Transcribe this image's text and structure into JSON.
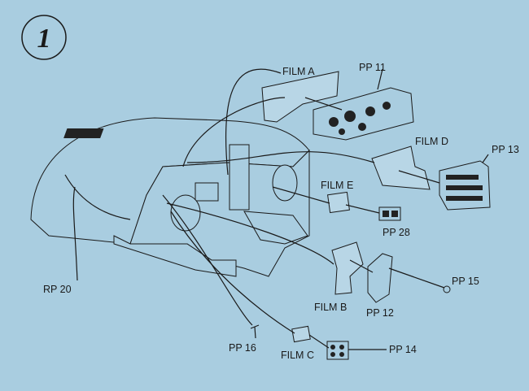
{
  "step_number": "1",
  "labels": {
    "film_a": "FILM A",
    "pp11": "PP 11",
    "film_d": "FILM D",
    "pp13": "PP 13",
    "film_e": "FILM E",
    "pp28": "PP 28",
    "rp20": "RP 20",
    "film_b": "FILM B",
    "pp12": "PP 12",
    "pp15": "PP 15",
    "pp16": "PP 16",
    "film_c": "FILM C",
    "pp14": "PP 14"
  },
  "colors": {
    "background": "#a9cde0",
    "ink": "#1a1a1a"
  }
}
